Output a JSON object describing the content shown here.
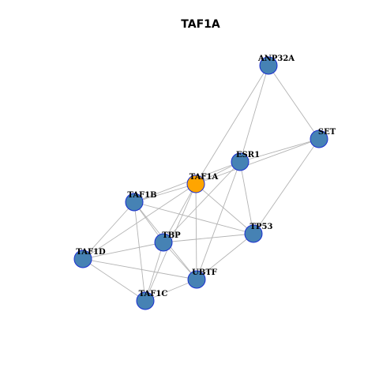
{
  "title": "TAF1A",
  "colors": {
    "node_fill": "#4682b4",
    "focus_fill": "#ffa500",
    "node_stroke": "#1a2fd0",
    "edge": "#b3b3b3"
  },
  "nodes": [
    {
      "id": "ANP32A",
      "label": "ANP32A",
      "focus": false
    },
    {
      "id": "SET",
      "label": "SET",
      "focus": false
    },
    {
      "id": "ESR1",
      "label": "ESR1",
      "focus": false
    },
    {
      "id": "TAF1A",
      "label": "TAF1A",
      "focus": true
    },
    {
      "id": "TAF1B",
      "label": "TAF1B",
      "focus": false
    },
    {
      "id": "TP53",
      "label": "TP53",
      "focus": false
    },
    {
      "id": "TBP",
      "label": "TBP",
      "focus": false
    },
    {
      "id": "TAF1D",
      "label": "TAF1D",
      "focus": false
    },
    {
      "id": "UBTF",
      "label": "UBTF",
      "focus": false
    },
    {
      "id": "TAF1C",
      "label": "TAF1C",
      "focus": false
    }
  ],
  "edges": [
    [
      "ANP32A",
      "SET"
    ],
    [
      "ANP32A",
      "ESR1"
    ],
    [
      "ANP32A",
      "TAF1A"
    ],
    [
      "SET",
      "ESR1"
    ],
    [
      "SET",
      "TAF1A"
    ],
    [
      "SET",
      "TP53"
    ],
    [
      "ESR1",
      "TAF1A"
    ],
    [
      "ESR1",
      "TAF1B"
    ],
    [
      "ESR1",
      "TBP"
    ],
    [
      "ESR1",
      "TP53"
    ],
    [
      "ESR1",
      "UBTF"
    ],
    [
      "TAF1A",
      "TAF1B"
    ],
    [
      "TAF1A",
      "TBP"
    ],
    [
      "TAF1A",
      "TAF1D"
    ],
    [
      "TAF1A",
      "UBTF"
    ],
    [
      "TAF1A",
      "TAF1C"
    ],
    [
      "TAF1A",
      "TP53"
    ],
    [
      "TAF1B",
      "TBP"
    ],
    [
      "TAF1B",
      "TAF1D"
    ],
    [
      "TAF1B",
      "UBTF"
    ],
    [
      "TAF1B",
      "TAF1C"
    ],
    [
      "TAF1B",
      "TP53"
    ],
    [
      "TBP",
      "TAF1D"
    ],
    [
      "TBP",
      "UBTF"
    ],
    [
      "TBP",
      "TAF1C"
    ],
    [
      "TBP",
      "TP53"
    ],
    [
      "TAF1D",
      "TAF1C"
    ],
    [
      "TAF1D",
      "UBTF"
    ],
    [
      "UBTF",
      "TAF1C"
    ],
    [
      "UBTF",
      "TP53"
    ]
  ]
}
